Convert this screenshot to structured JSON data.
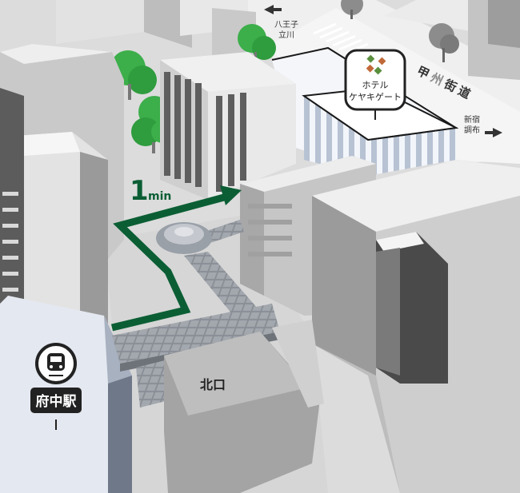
{
  "map": {
    "route_time": {
      "value": "1",
      "unit": "min"
    },
    "directions": {
      "hachioji": [
        "八王子",
        "立川"
      ],
      "shinjuku": [
        "新宿",
        "調布"
      ]
    },
    "street": "甲州街道",
    "exit": "北口",
    "station": {
      "name": "府中駅",
      "icon": "train-icon"
    },
    "hotel": {
      "name_line1": "ホテル",
      "name_line2": "ケヤキゲート",
      "icon": "hotel-logo-icon"
    },
    "colors": {
      "route": "#0b5e34",
      "marker": "#222222",
      "tree": "#3cae4a",
      "building_light": "#e6e6e6",
      "building_dark": "#7a7a7a",
      "ground": "#d9d9d9"
    }
  }
}
